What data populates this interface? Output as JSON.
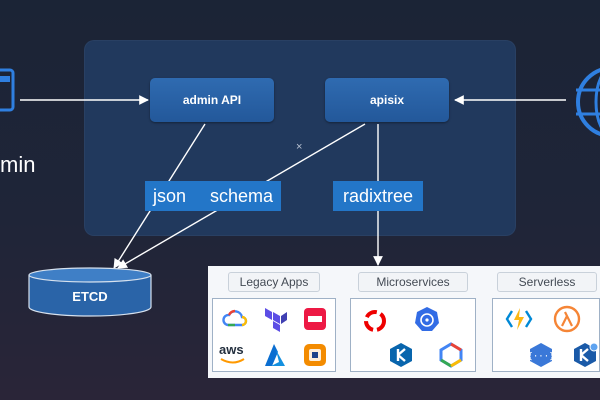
{
  "nodes": {
    "admin_api": "admin API",
    "apisix": "apisix",
    "etcd": "ETCD"
  },
  "tags": {
    "json": "json",
    "schema": "schema",
    "radixtree": "radixtree"
  },
  "admin_label": "min",
  "mark": "×",
  "categories": [
    {
      "label": "Legacy Apps",
      "logos": [
        "gcloud-icon",
        "terraform-icon",
        "openstack-icon",
        "aws-icon",
        "azure-icon",
        "vmware-icon"
      ],
      "texts": {
        "aws": "aws"
      }
    },
    {
      "label": "Microservices",
      "logos": [
        "openshift-icon",
        "kubernetes-icon",
        "knative-icon",
        "gke-icon"
      ]
    },
    {
      "label": "Serverless",
      "logos": [
        "azure-functions-icon",
        "aws-lambda-icon",
        "apisix-function-icon",
        "kubeless-icon"
      ]
    }
  ],
  "colors": {
    "panel": "#21395d",
    "node": "#2a64a8",
    "tag": "#2376c8",
    "line": "#ffffff"
  }
}
